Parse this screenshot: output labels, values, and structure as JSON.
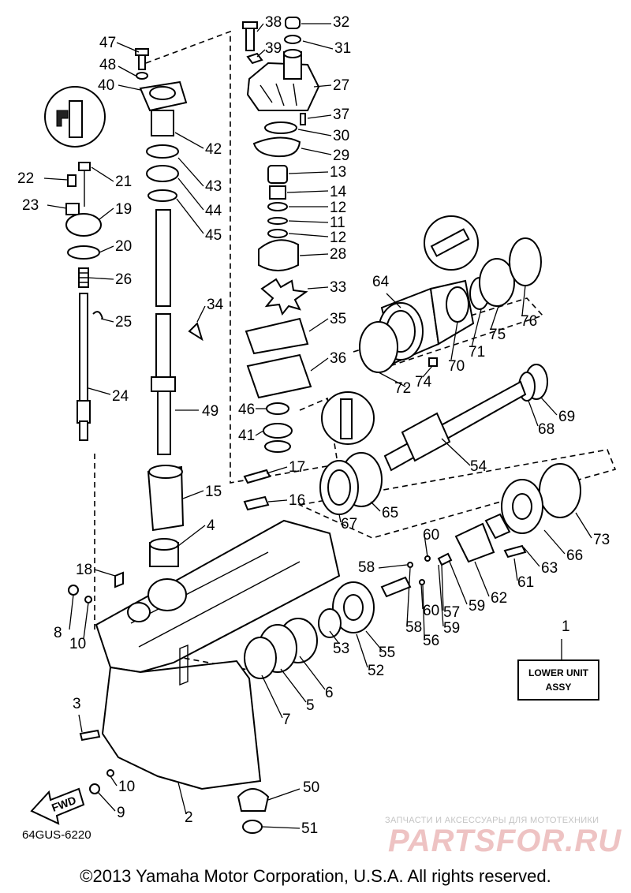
{
  "diagram": {
    "code": "64GUS-6220",
    "copyright": "©2013 Yamaha Motor Corporation, U.S.A. All rights reserved.",
    "assembly_box": {
      "line1": "LOWER UNIT",
      "line2": "ASSY"
    },
    "fwd_label": "FWD",
    "watermark": {
      "tagline": "ЗАПЧАСТИ И АКСЕССУАРЫ ДЛЯ МОТОТЕХНИКИ",
      "logo": "PARTSFOR.RU"
    },
    "callouts": [
      "38",
      "32",
      "47",
      "39",
      "31",
      "48",
      "27",
      "40",
      "37",
      "30",
      "29",
      "42",
      "43",
      "13",
      "22",
      "21",
      "14",
      "44",
      "23",
      "19",
      "12",
      "11",
      "45",
      "12",
      "20",
      "28",
      "26",
      "33",
      "64",
      "34",
      "25",
      "35",
      "76",
      "75",
      "71",
      "70",
      "36",
      "72",
      "74",
      "69",
      "24",
      "68",
      "49",
      "46",
      "41",
      "54",
      "17",
      "16",
      "15",
      "65",
      "67",
      "60",
      "4",
      "73",
      "66",
      "58",
      "63",
      "18",
      "61",
      "62",
      "59",
      "57",
      "8",
      "60",
      "10",
      "58",
      "56",
      "59",
      "53",
      "55",
      "52",
      "6",
      "1",
      "5",
      "7",
      "3",
      "10",
      "50",
      "9",
      "2",
      "51"
    ]
  }
}
